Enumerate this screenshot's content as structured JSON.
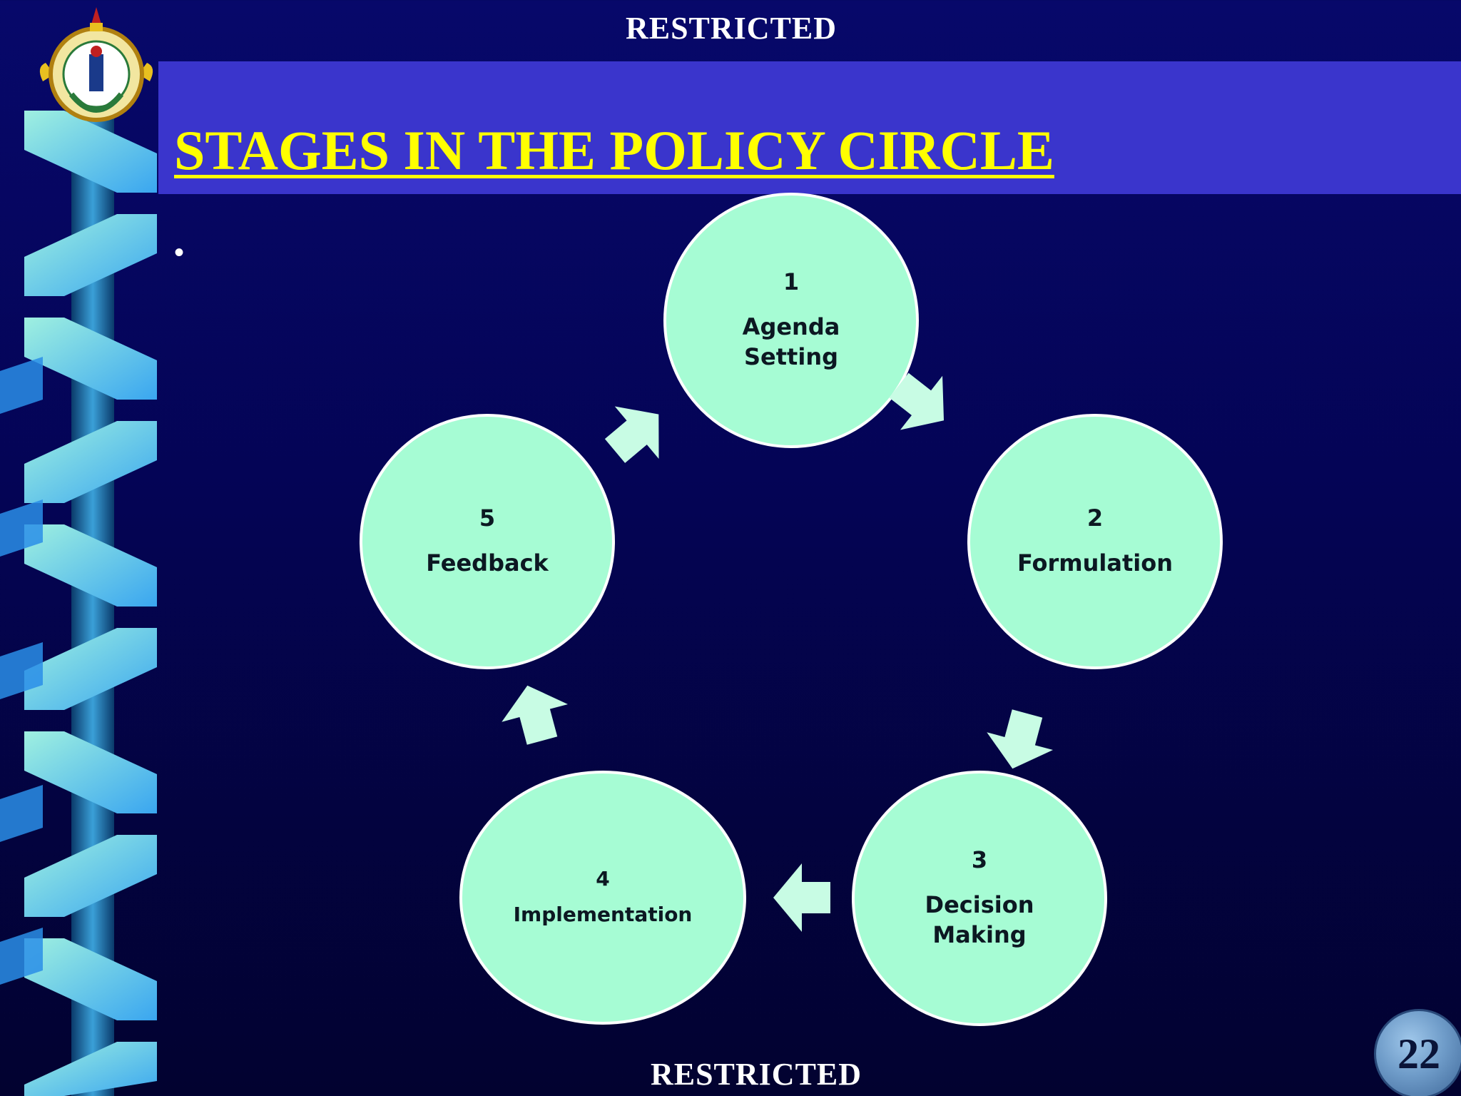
{
  "header": {
    "classification": "RESTRICTED"
  },
  "footer": {
    "classification": "RESTRICTED"
  },
  "slide": {
    "title": "STAGES IN THE POLICY CIRCLE",
    "bullet": "•",
    "page_number": "22"
  },
  "diagram": {
    "stages": [
      {
        "number": "1",
        "label": "Agenda Setting"
      },
      {
        "number": "2",
        "label": "Formulation"
      },
      {
        "number": "3",
        "label": "Decision Making"
      },
      {
        "number": "4",
        "label": "Implementation"
      },
      {
        "number": "5",
        "label": "Feedback"
      }
    ]
  },
  "colors": {
    "background": "#040455",
    "title_band": "#3a35cc",
    "title_text": "#ffff00",
    "stage_fill": "#a6fcd4",
    "arrow_fill": "#c8fce4"
  }
}
